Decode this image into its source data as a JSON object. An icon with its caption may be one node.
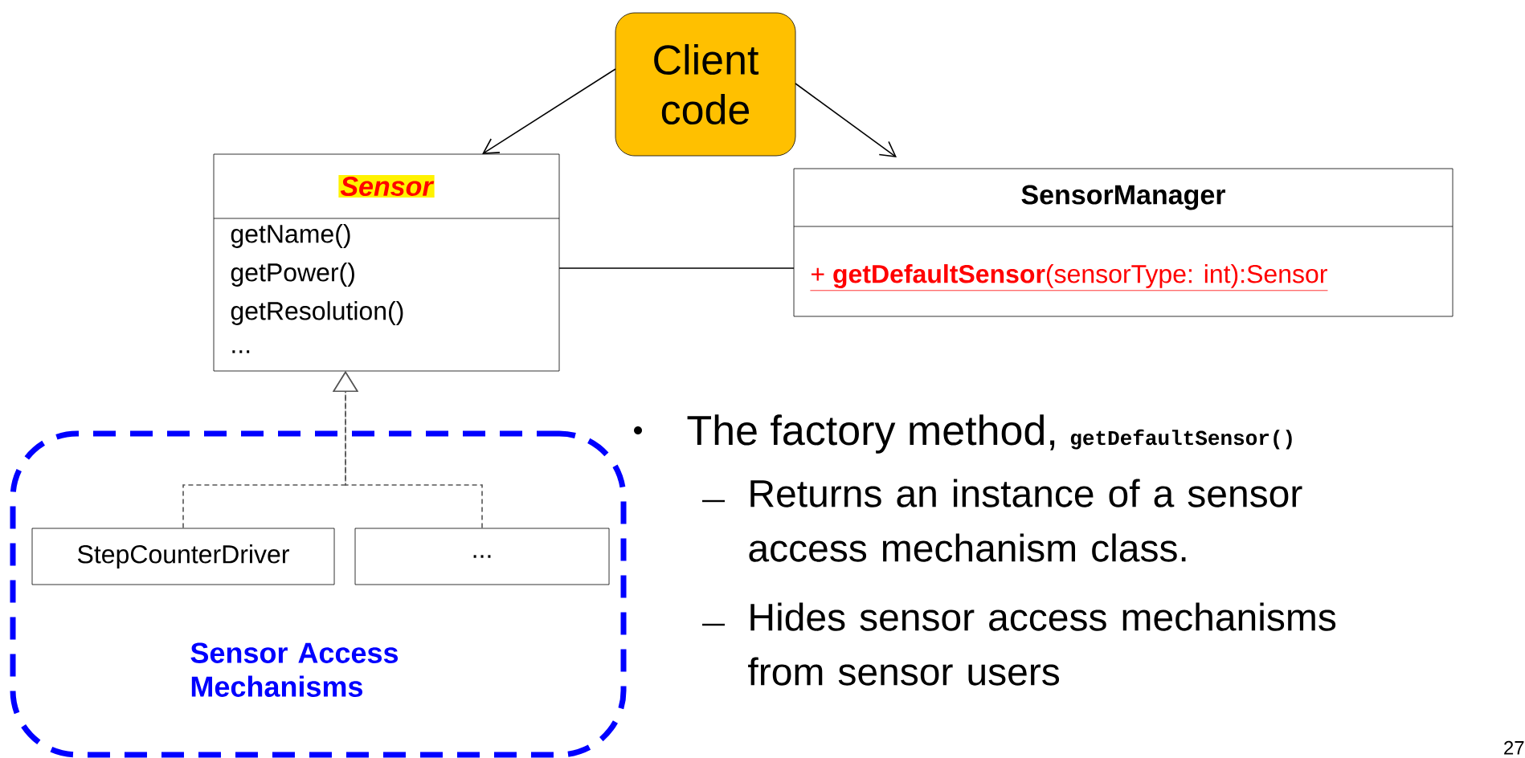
{
  "diagram": {
    "nodes": [
      {
        "text": [
          "Client code"
        ]
      },
      {
        "text": [
          "Sensor",
          "getName()",
          "getPower()",
          "getResolution()",
          "..."
        ]
      },
      {
        "text": [
          "SensorManager",
          "+ **getDefaultSensor**(sensorType: int):Sensor"
        ]
      },
      {
        "text": [
          "Sensor Access Mechanisms"
        ]
      },
      {
        "text": [
          "StepCounterDriver"
        ],
        "in": 3
      },
      {
        "text": [
          "..."
        ],
        "in": 3
      }
    ],
    "edges": [
      {
        "from": 0,
        "to": 1,
        "arrow": "to"
      },
      {
        "from": 0,
        "to": 2,
        "arrow": "to"
      },
      {
        "from": 1,
        "to": 2,
        "arrow": "none"
      },
      {
        "from": 4,
        "to": 1,
        "arrow": "to",
        "style": "dashed",
        "color": "#555555"
      },
      {
        "from": 5,
        "to": 1,
        "arrow": "to",
        "style": "dashed",
        "color": "#555555"
      }
    ],
    "labels": [
      "The factory method,",
      "getDefaultSensor()",
      "Returns an instance of a sensor access mechanism class.",
      "Hides sensor access mechanisms from sensor users",
      "27"
    ]
  }
}
